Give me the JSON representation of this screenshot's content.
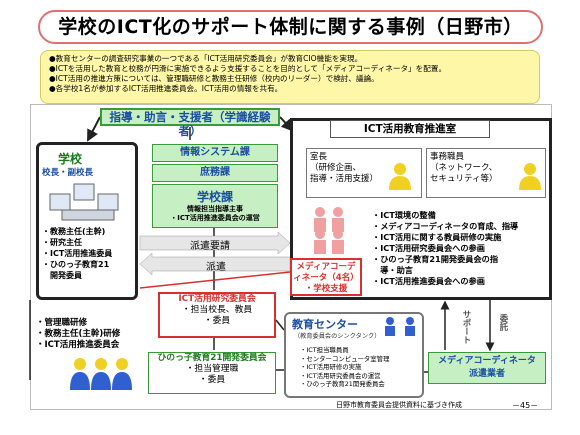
{
  "title": "学校のICT化のサポート体制に関する事例（日野市）",
  "bullets": [
    "●教育センターの調査研究事業の一つである「ICT活用研究委員会」が教育CIO機能を実現。",
    "●ICTを活用した教育と校務が円滑に実施できるよう支援することを目的として「メディアコーディネータ」を配置。",
    "●ICT活用の推進方策については、管理職研修と教務主任研修（校内のリーダー）で検討、議論。",
    "●各学校1名が参加するICT活用推進委員会。ICT活用の情報を共有。"
  ],
  "guidance": "指導・助言・支援者（学識経験者）",
  "school": {
    "title": "学校",
    "sub": "校長・副校長",
    "list": [
      "・教務主任(主幹)",
      "・研究主任",
      "・ICT活用推進委員",
      "・ひのっ子教育21",
      "　開発委員"
    ]
  },
  "depts": {
    "info": "情報システム課",
    "general": "庶務課",
    "school_dept": "学校課",
    "school_dept_sub1": "情報担当指導主事",
    "school_dept_sub2": "・ICT活用推進委員会の運営"
  },
  "arrows": {
    "request": "派遣要請",
    "dispatch": "派遣",
    "support": "サポート",
    "commission": "委託"
  },
  "ict_room": {
    "title": "ICT活用教育推進室",
    "head": "室長\n（研修企画、\n指導・活用支援）",
    "staff": "事務職員\n（ネットワーク、\nセキュリティ等）",
    "tasks": [
      "・ICT環境の整備",
      "・メディアコーディネータの育成、指導",
      "・ICT活用に関する教員研修の実施",
      "・ICT活用研究委員会への参画",
      "・ひのっ子教育21開発委員会の指",
      "　導・助言",
      "・ICT活用推進委員会への参画"
    ],
    "coordinator": "メディアコーデ\nィネータ（4名）\n・学校支援"
  },
  "kenkyu": {
    "title": "ICT活用研究委員会",
    "lines": [
      "・担当校長、教員",
      "・委員"
    ]
  },
  "hinotsu": {
    "title": "ひのっ子教育21開発委員会",
    "lines": [
      "・担当管理職",
      "・委員"
    ]
  },
  "left_list": [
    "・管理職研修",
    "・教務主任(主幹)研修",
    "・ICT活用推進委員会"
  ],
  "center": {
    "title": "教育センター",
    "sub": "（教育委員会のシンクタンク）",
    "list": [
      "・ICT担当職員員",
      "・センターコンピュータ室管理",
      "・ICT活用研修の実施",
      "・ICT活用研究委員会の運営",
      "・ひのっ子教育21開発委員会"
    ]
  },
  "vendor": "メディアコーディネータ\n派遣業者",
  "footer": "日野市教育委員会提供資料に基づき作成",
  "page_num": "－45－",
  "colors": {
    "title_border": "#e07070",
    "bullets_bg": "#fff7a8",
    "green_box": "#c6efc4",
    "red": "#d83030",
    "blue_text": "#1a4fa0",
    "person_yellow": "#f0d020",
    "person_pink": "#f0a0a0",
    "person_blue": "#3060d0"
  }
}
